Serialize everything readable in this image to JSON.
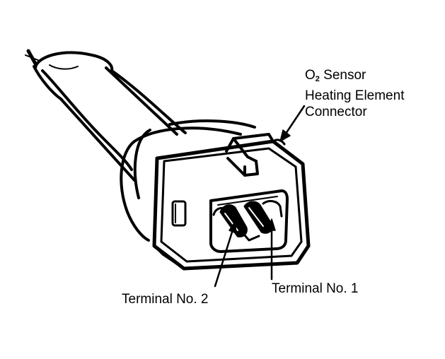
{
  "labels": {
    "sensor_prefix": "O",
    "sensor_subscript": "2",
    "sensor_line1_rest": " Sensor",
    "sensor_line2": "Heating Element",
    "sensor_line3": "Connector",
    "terminal_2": "Terminal No. 2",
    "terminal_1": "Terminal No. 1"
  },
  "colors": {
    "line": "#000000",
    "background": "#ffffff"
  }
}
